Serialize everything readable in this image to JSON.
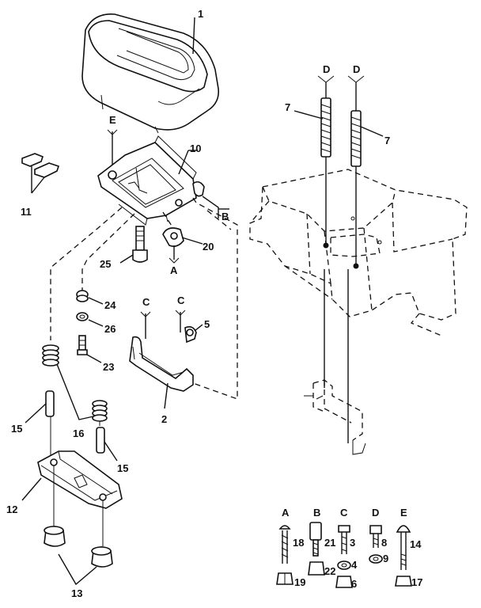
{
  "callouts": {
    "c1": "1",
    "c10": "10",
    "c11": "11",
    "c20": "20",
    "c25": "25",
    "c24": "24",
    "c26": "26",
    "c23": "23",
    "c5": "5",
    "c2": "2",
    "c15a": "15",
    "c16": "16",
    "c15b": "15",
    "c12": "12",
    "c13": "13",
    "c7a": "7",
    "c7b": "7"
  },
  "refs": {
    "e_top": "E",
    "b_side": "B",
    "a_lower": "A",
    "c_left": "C",
    "c_right": "C",
    "d_left": "D",
    "d_right": "D"
  },
  "hardware": [
    {
      "letter": "A",
      "top": "18",
      "bottom": "19"
    },
    {
      "letter": "B",
      "top": "21",
      "bottom": "22"
    },
    {
      "letter": "C",
      "top": "3",
      "mid": "4",
      "bottom": "6"
    },
    {
      "letter": "D",
      "top": "8",
      "mid": "9"
    },
    {
      "letter": "E",
      "top": "14",
      "bottom": "17"
    }
  ]
}
